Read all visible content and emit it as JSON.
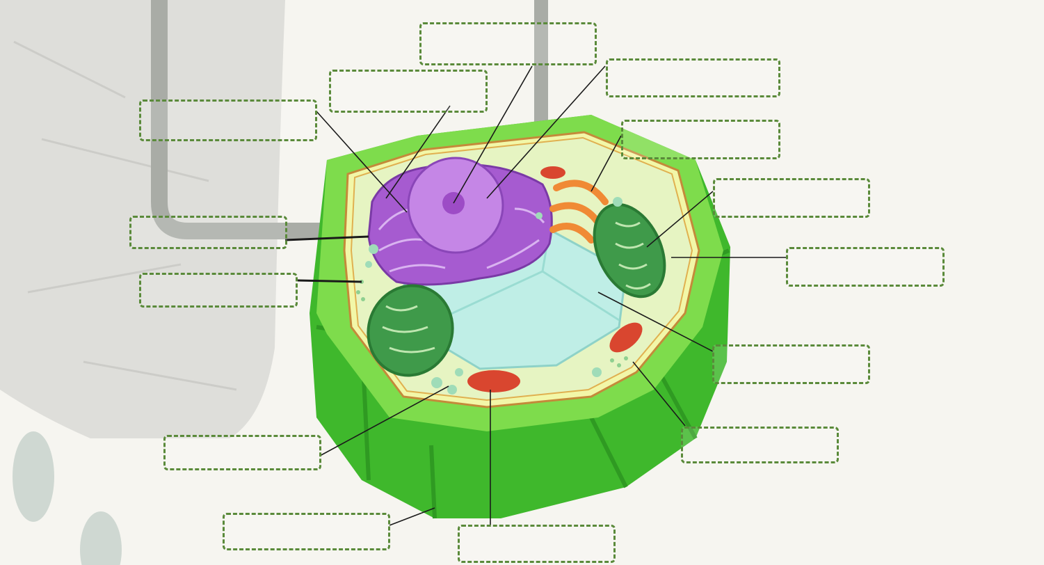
{
  "diagram": {
    "labels": [
      {
        "id": "nuclear-envelope",
        "text": ""
      },
      {
        "id": "nucleolus",
        "text": ""
      },
      {
        "id": "nucleus",
        "text": ""
      },
      {
        "id": "rough-er",
        "text": ""
      },
      {
        "id": "golgi",
        "text": ""
      },
      {
        "id": "chloroplast",
        "text": ""
      },
      {
        "id": "cell-membrane",
        "text": ""
      },
      {
        "id": "plasmodesmata",
        "text": ""
      },
      {
        "id": "smooth-er",
        "text": ""
      },
      {
        "id": "vacuole",
        "text": ""
      },
      {
        "id": "mitochondrion-right",
        "text": ""
      },
      {
        "id": "ribosome",
        "text": ""
      },
      {
        "id": "cell-wall",
        "text": ""
      },
      {
        "id": "mitochondrion-bottom",
        "text": ""
      }
    ],
    "colors": {
      "label_border": "#5a8a3a",
      "cell_wall": "#4fc23a",
      "cell_wall_light": "#8fe060",
      "cytoplasm": "#e6f4c2",
      "nucleus": "#b06ad6",
      "vacuole": "#bfeee6",
      "chloroplast": "#3f9a4a",
      "golgi": "#f08a35",
      "mitochondrion": "#d9462f"
    }
  }
}
